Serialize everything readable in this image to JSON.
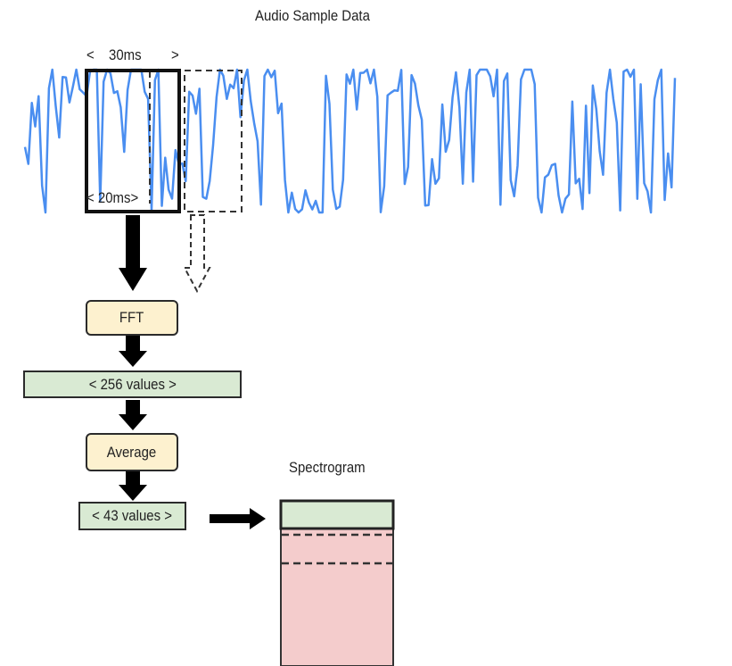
{
  "title": "Audio Sample Data",
  "window": {
    "outer_label_left": "<",
    "outer_label_value": "30ms",
    "outer_label_right": ">",
    "inner_label": "< 20ms>"
  },
  "steps": {
    "fft": "FFT",
    "values_256": "< 256 values >",
    "average": "Average",
    "values_43": "< 43 values >"
  },
  "spectrogram": {
    "title": "Spectrogram"
  },
  "colors": {
    "waveform": "#4a8ef0",
    "process_box": "#fdf1cf",
    "values_box": "#d9ead3",
    "spectrogram_fill": "#f4cccc",
    "spectrogram_current_row": "#d9ead3"
  }
}
